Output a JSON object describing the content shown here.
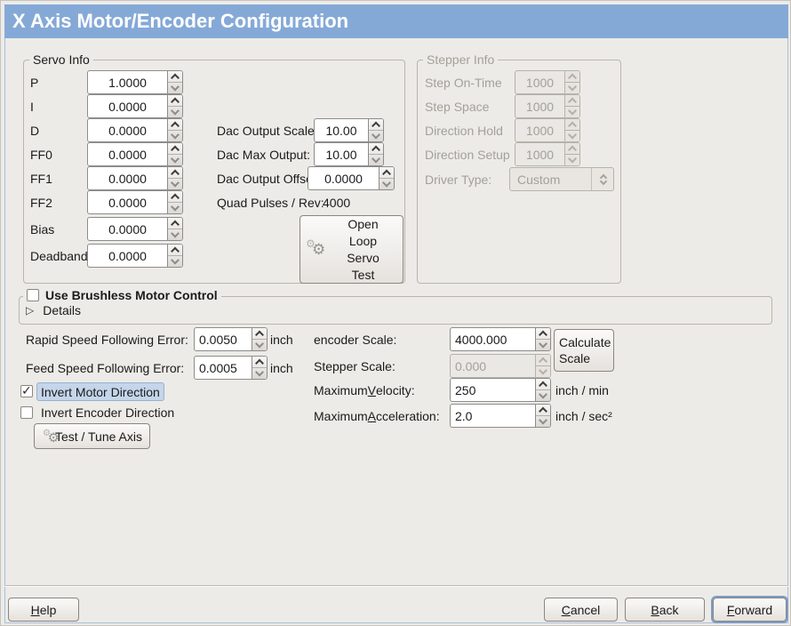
{
  "window": {
    "title": "X Axis Motor/Encoder Configuration"
  },
  "colors": {
    "titlebar_bg": "#85a9d7",
    "focus_highlight_bg": "#c5d5ea",
    "focus_highlight_border": "#98b1d2"
  },
  "servo_info": {
    "label": "Servo Info",
    "fields": [
      {
        "label": "P",
        "value": "1.0000"
      },
      {
        "label": "I",
        "value": "0.0000"
      },
      {
        "label": "D",
        "value": "0.0000"
      },
      {
        "label": "FF0",
        "value": "0.0000"
      },
      {
        "label": "FF1",
        "value": "0.0000"
      },
      {
        "label": "FF2",
        "value": "0.0000"
      },
      {
        "label": "Bias",
        "value": "0.0000"
      },
      {
        "label": "Deadband",
        "value": "0.0000"
      }
    ],
    "dac_output_scale": {
      "label": "Dac Output Scale:",
      "value": "10.00"
    },
    "dac_max_output": {
      "label": "Dac Max Output:",
      "value": "10.00"
    },
    "dac_output_offset": {
      "label": "Dac Output Offset:",
      "value": "0.0000"
    },
    "quad_pulses": {
      "label": "Quad Pulses / Rev:",
      "value": "4000"
    },
    "open_loop_button": "Open\nLoop\nServo\nTest"
  },
  "stepper_info": {
    "label": "Stepper Info",
    "fields": [
      {
        "label": "Step On-Time",
        "value": "1000"
      },
      {
        "label": "Step Space",
        "value": "1000"
      },
      {
        "label": "Direction Hold",
        "value": "1000"
      },
      {
        "label": "Direction Setup",
        "value": "1000"
      }
    ],
    "driver_type": {
      "label": "Driver Type:",
      "value": "Custom"
    }
  },
  "brushless": {
    "checkbox_label": "Use Brushless Motor Control",
    "checked": false,
    "details_label": "Details"
  },
  "following_error": {
    "rapid": {
      "label": "Rapid Speed Following Error:",
      "value": "0.0050",
      "unit": "inch"
    },
    "feed": {
      "label": "Feed Speed Following Error:",
      "value": "0.0005",
      "unit": "inch"
    }
  },
  "scales": {
    "encoder": {
      "label": "encoder Scale:",
      "value": "4000.000"
    },
    "calculate_button": "Calculate Scale",
    "stepper": {
      "label": "Stepper Scale:",
      "value": "0.000"
    },
    "max_velocity": {
      "pre": "Maximum ",
      "key": "V",
      "post": "elocity:",
      "value": "250",
      "unit": "inch / min"
    },
    "max_accel": {
      "pre": "Maximum ",
      "key": "A",
      "post": "cceleration:",
      "value": "2.0",
      "unit": "inch / sec²"
    }
  },
  "direction": {
    "invert_motor": {
      "label": "Invert Motor Direction",
      "checked": true
    },
    "invert_encoder": {
      "label": "Invert Encoder Direction",
      "checked": false
    }
  },
  "test_tune_button": "Test / Tune Axis",
  "footer": {
    "help": {
      "key": "H",
      "post": "elp"
    },
    "cancel": {
      "key": "C",
      "post": "ancel"
    },
    "back": {
      "key": "B",
      "post": "ack"
    },
    "forward": {
      "key": "F",
      "post": "orward"
    }
  }
}
